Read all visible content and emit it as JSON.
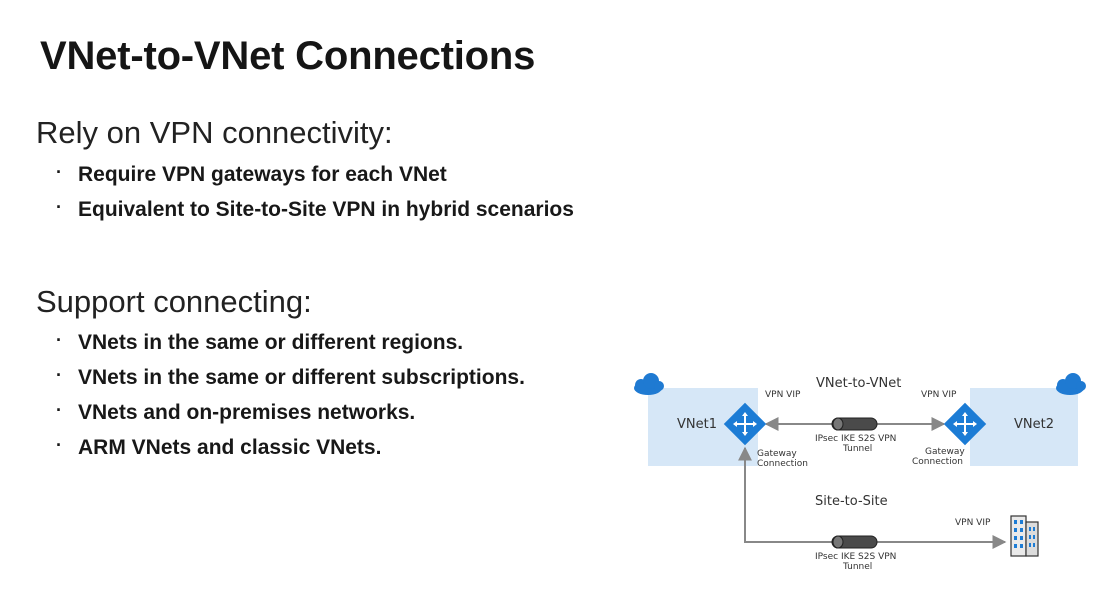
{
  "title": "VNet-to-VNet Connections",
  "section1": {
    "heading": "Rely on VPN connectivity:",
    "bullets": [
      "Require VPN gateways for each VNet",
      "Equivalent to Site-to-Site VPN in hybrid scenarios"
    ]
  },
  "section2": {
    "heading": "Support connecting:",
    "bullets": [
      "VNets in the same or different regions.",
      "VNets in the same or different subscriptions.",
      "VNets and on-premises networks.",
      "ARM VNets and classic VNets."
    ]
  },
  "diagram": {
    "vnet1_label": "VNet1",
    "vnet2_label": "VNet2",
    "vnet_to_vnet_label": "VNet-to-VNet",
    "site_to_site_label": "Site-to-Site",
    "vpn_vip_left": "VPN VIP",
    "vpn_vip_right": "VPN VIP",
    "vpn_vip_site": "VPN VIP",
    "tunnel_top_line1": "IPsec IKE S2S VPN",
    "tunnel_top_line2": "Tunnel",
    "tunnel_bottom_line1": "IPsec IKE S2S VPN",
    "tunnel_bottom_line2": "Tunnel",
    "gateway_left_line1": "Gateway",
    "gateway_left_line2": "Connection",
    "gateway_right_line1": "Gateway",
    "gateway_right_line2": "Connection",
    "colors": {
      "vnet_box": "#d6e7f7",
      "gateway": "#1c7cd5",
      "cloud": "#1f7ad2",
      "line": "#888888"
    }
  }
}
